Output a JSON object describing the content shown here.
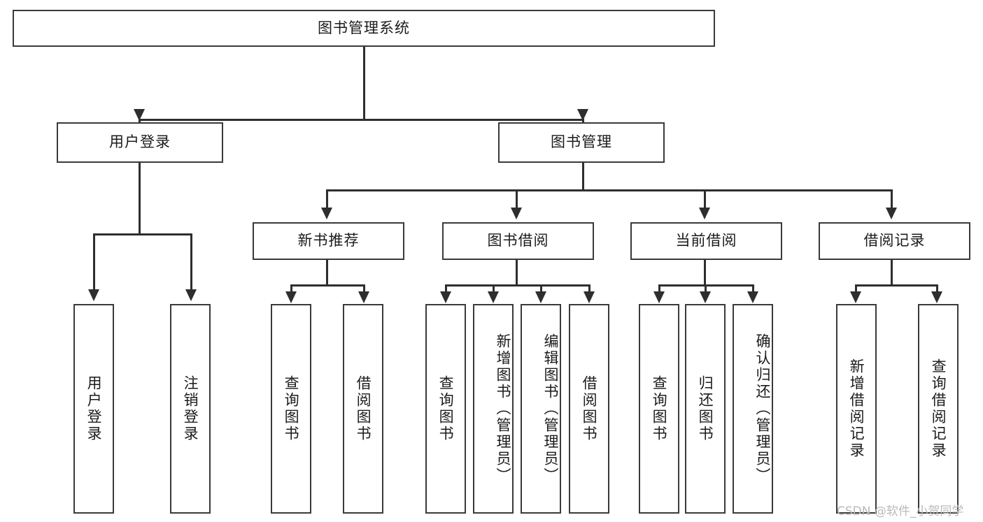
{
  "diagram": {
    "type": "tree-hierarchy",
    "root": {
      "id": "root",
      "label": "图书管理系统"
    },
    "level2": [
      {
        "id": "user-login",
        "label": "用户登录"
      },
      {
        "id": "book-management",
        "label": "图书管理"
      }
    ],
    "level3": [
      {
        "id": "new-book-recommend",
        "label": "新书推荐",
        "parent": "book-management"
      },
      {
        "id": "book-borrow",
        "label": "图书借阅",
        "parent": "book-management"
      },
      {
        "id": "current-borrow",
        "label": "当前借阅",
        "parent": "book-management"
      },
      {
        "id": "borrow-record",
        "label": "借阅记录",
        "parent": "book-management"
      }
    ],
    "leaves": {
      "user-login": [
        {
          "id": "leaf-user-login",
          "label": "用户登录"
        },
        {
          "id": "leaf-logout-login",
          "label": "注销登录"
        }
      ],
      "new-book-recommend": [
        {
          "id": "leaf-query-book-1",
          "label": "查询图书"
        },
        {
          "id": "leaf-borrow-book-1",
          "label": "借阅图书"
        }
      ],
      "book-borrow": [
        {
          "id": "leaf-query-book-2",
          "label": "查询图书"
        },
        {
          "id": "leaf-add-book-admin",
          "label": "新增图书（管理员）"
        },
        {
          "id": "leaf-edit-book-admin",
          "label": "编辑图书（管理员）"
        },
        {
          "id": "leaf-borrow-book-2",
          "label": "借阅图书"
        }
      ],
      "current-borrow": [
        {
          "id": "leaf-query-book-3",
          "label": "查询图书"
        },
        {
          "id": "leaf-return-book",
          "label": "归还图书"
        },
        {
          "id": "leaf-confirm-return-admin",
          "label": "确认归还（管理员）"
        }
      ],
      "borrow-record": [
        {
          "id": "leaf-add-borrow-record",
          "label": "新增借阅记录"
        },
        {
          "id": "leaf-query-borrow-record",
          "label": "查询借阅记录"
        }
      ]
    },
    "watermark": "CSDN @软件_小贺同学",
    "colors": {
      "stroke": "#3a3a3a",
      "connector": "#2e2e2e",
      "background": "#ffffff",
      "text": "#1b1b1b",
      "watermark": "#b9b9b9"
    }
  }
}
